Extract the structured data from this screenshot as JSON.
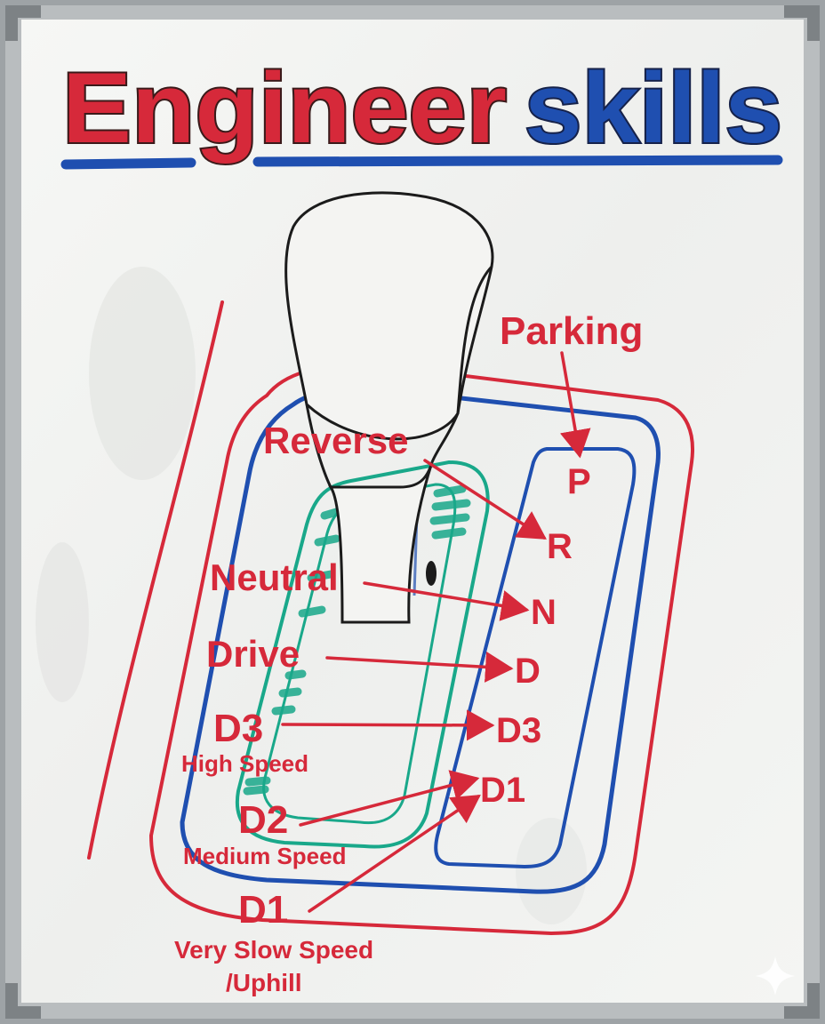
{
  "title": {
    "word1": "Engineer",
    "word2": "skills"
  },
  "colors": {
    "red": "#d6293a",
    "blue": "#1f4fb0",
    "green": "#19a88a",
    "black": "#1b1b1b",
    "board": "#f2f3f1",
    "frame": "#9ea3a6"
  },
  "labels": {
    "parking": "Parking",
    "reverse": "Reverse",
    "neutral": "Neutral",
    "drive": "Drive",
    "d3": "D3",
    "d3_sub": "High Speed",
    "d2": "D2",
    "d2_sub": "Medium Speed",
    "d1": "D1",
    "d1_sub1": "Very Slow Speed",
    "d1_sub2": "/Uphill"
  },
  "gear_positions": [
    "P",
    "R",
    "N",
    "D",
    "D3",
    "D1"
  ],
  "icons": {
    "corner": "sparkle-icon"
  }
}
